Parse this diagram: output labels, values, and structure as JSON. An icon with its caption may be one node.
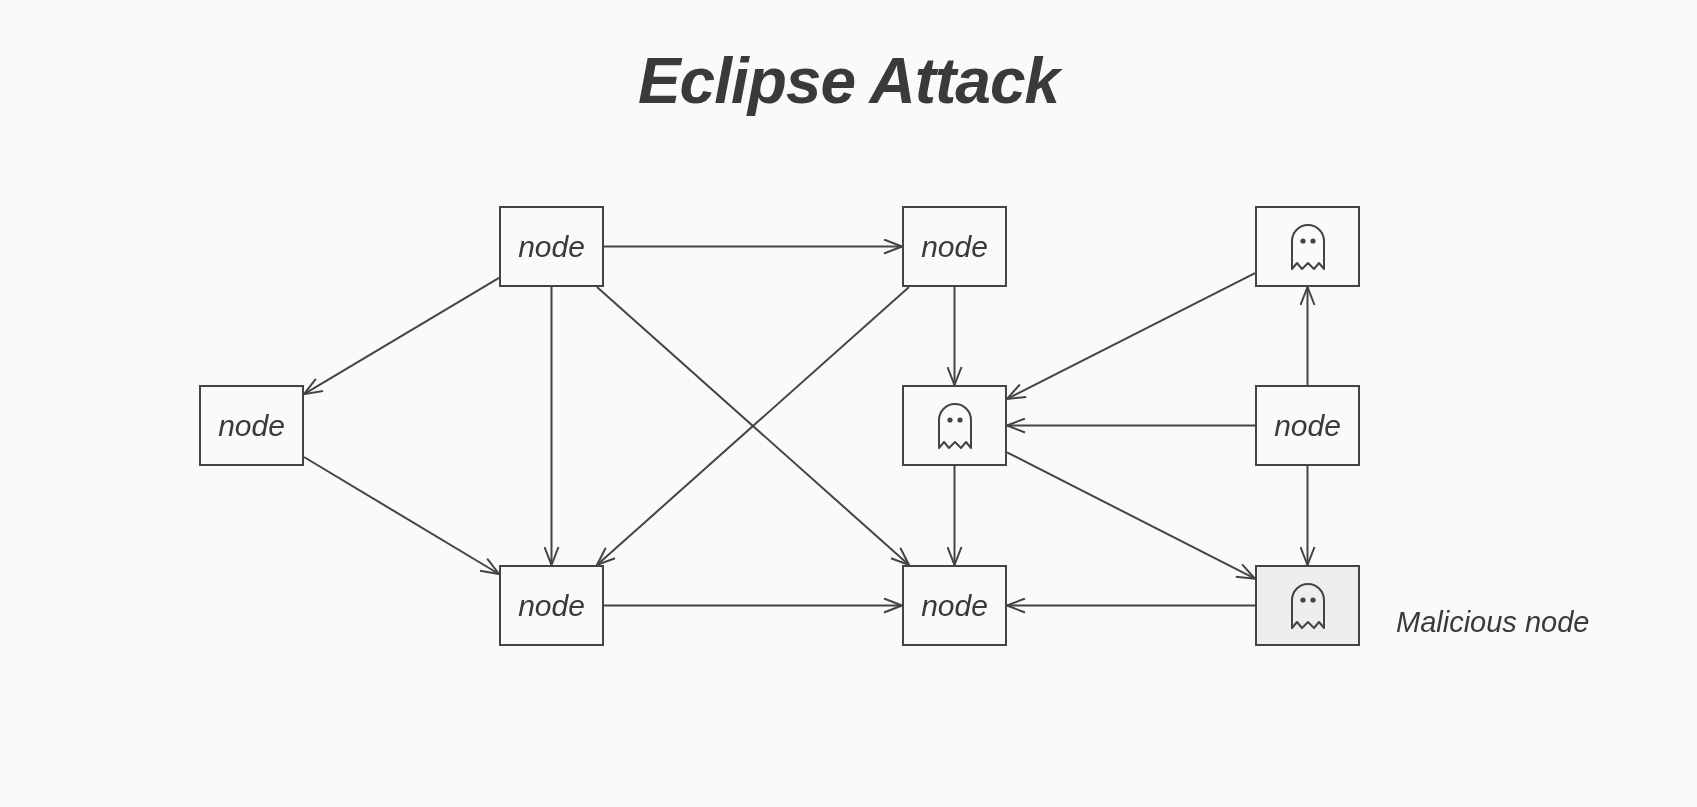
{
  "diagram": {
    "title": "Eclipse Attack",
    "nodes": [
      {
        "text": [
          "node"
        ]
      },
      {
        "text": [
          "node"
        ]
      },
      {
        "text": [],
        "shape": "box"
      },
      {
        "text": [
          "node"
        ]
      },
      {
        "text": [],
        "shape": "box"
      },
      {
        "text": [
          "node"
        ]
      },
      {
        "text": [
          "node"
        ]
      },
      {
        "text": [
          "node"
        ]
      },
      {
        "text": [],
        "shape": "box",
        "beside": [
          "Malicious node"
        ]
      }
    ],
    "edges": [
      {
        "from": 0,
        "to": 1,
        "arrow": "to"
      },
      {
        "from": 0,
        "to": 3,
        "arrow": "to"
      },
      {
        "from": 0,
        "to": 6,
        "arrow": "to"
      },
      {
        "from": 0,
        "to": 7,
        "arrow": "to"
      },
      {
        "from": 1,
        "to": 4,
        "arrow": "to"
      },
      {
        "from": 1,
        "to": 6,
        "arrow": "to"
      },
      {
        "from": 2,
        "to": 4,
        "arrow": "to"
      },
      {
        "from": 5,
        "to": 2,
        "arrow": "to"
      },
      {
        "from": 5,
        "to": 4,
        "arrow": "to"
      },
      {
        "from": 3,
        "to": 6,
        "arrow": "to"
      },
      {
        "from": 4,
        "to": 7,
        "arrow": "to"
      },
      {
        "from": 4,
        "to": 8,
        "arrow": "to"
      },
      {
        "from": 5,
        "to": 8,
        "arrow": "to"
      },
      {
        "from": 6,
        "to": 7,
        "arrow": "to"
      },
      {
        "from": 8,
        "to": 7,
        "arrow": "to"
      }
    ]
  }
}
